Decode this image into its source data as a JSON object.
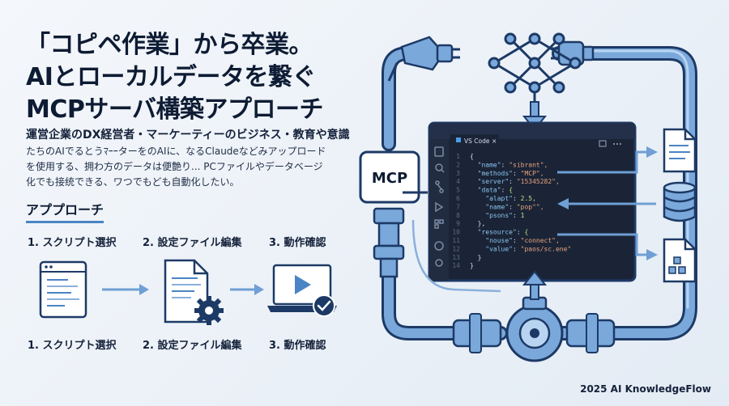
{
  "title": {
    "line1": "「コピペ作業」から卒業。",
    "line2": "AIとローカルデータを繋ぐ",
    "line3": "MCPサーバ構築アプローチ"
  },
  "subtitle": "運営企業のDX経営者・マーケーティーのビジネス・教育や意識",
  "description": {
    "line1": "たちのAIでるとうﾏｰｰターをのAIに、なるClaudeなどみアップロード",
    "line2": "を使用する、拥わ方のデータは便艶り... PCファイルやデータベージ",
    "line3": "化でも接统できる、ワつでもども自動化したい。"
  },
  "approach": {
    "heading": "アププローチ",
    "steps_top": [
      "1. スクリプト選択",
      "2. 設定ファイル編集",
      "3. 動作確認"
    ],
    "steps_bottom": [
      "1. スクリプト選択",
      "2. 設定ファイル編集",
      "3. 動作確認"
    ]
  },
  "mcp_label": "MCP",
  "editor": {
    "tab_label": "VS Code",
    "tab_close": "×",
    "line_numbers": [
      "1",
      "2",
      "3",
      "4",
      "5",
      "6",
      "7",
      "8",
      "9",
      "10",
      "11",
      "12",
      "13",
      "14"
    ],
    "code_lines": [
      "{",
      "  \"name\": \"sibrant\",",
      "  \"methods\": \"MCP\",",
      "  \"server\": \"15345282\",",
      "  \"data\": {",
      "    \"alapt\": 2.5,",
      "    \"name\": \"pop\"\",",
      "    \"psons\": 1",
      "  },",
      "  \"resource\": {",
      "    \"nouse\": \"connect\",",
      "    \"value\": \"paos/sc.ene\"",
      "  }",
      "}"
    ]
  },
  "footer": "2025 AI KnowledgeFlow",
  "colors": {
    "pipe": "#6f9fd4",
    "pipe_dark": "#1d3a66",
    "editor_bg": "#1a2436",
    "accent": "#4a84c4"
  }
}
